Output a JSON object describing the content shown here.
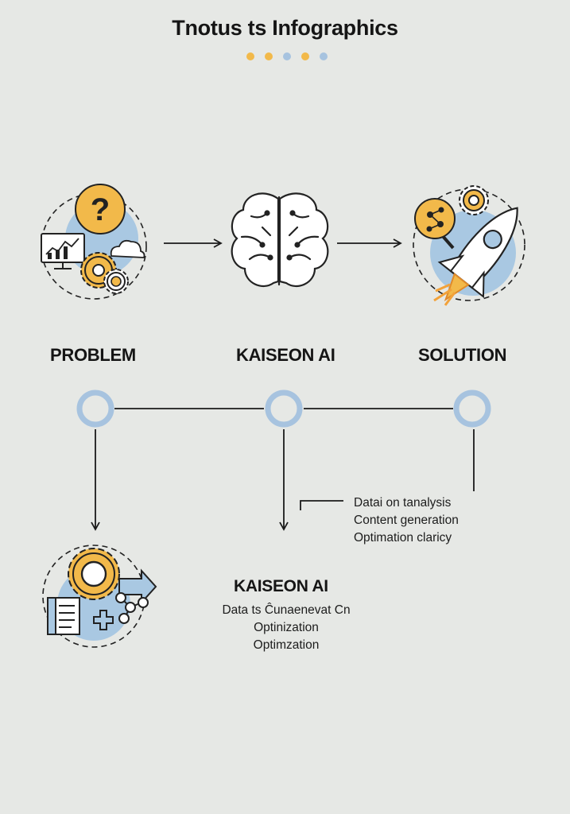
{
  "header": {
    "title": "Tnotus ts Infographics",
    "dots": [
      {
        "color": "#f2b94a"
      },
      {
        "color": "#f2b94a"
      },
      {
        "color": "#a7c3df"
      },
      {
        "color": "#f2b94a"
      },
      {
        "color": "#a7c3df"
      }
    ]
  },
  "colors": {
    "accent_orange": "#f2b94a",
    "accent_blue": "#a9c8e2",
    "line": "#1a1a1a",
    "background": "#e6e8e5"
  },
  "steps": [
    {
      "label": "PROBLEM",
      "icon": "problem-cluster-icon"
    },
    {
      "label": "KAISEON AI",
      "icon": "brain-icon"
    },
    {
      "label": "SOLUTION",
      "icon": "rocket-icon"
    }
  ],
  "features_list": [
    "Datai on tanalysis",
    "Content generation",
    "Optimation clariсy"
  ],
  "bottom_block": {
    "title": "KAISEON AI",
    "lines": [
      "Data ts Ĉunaenevat Cn",
      "Optinization",
      "Optimzation"
    ],
    "icon": "gear-workflow-icon"
  }
}
